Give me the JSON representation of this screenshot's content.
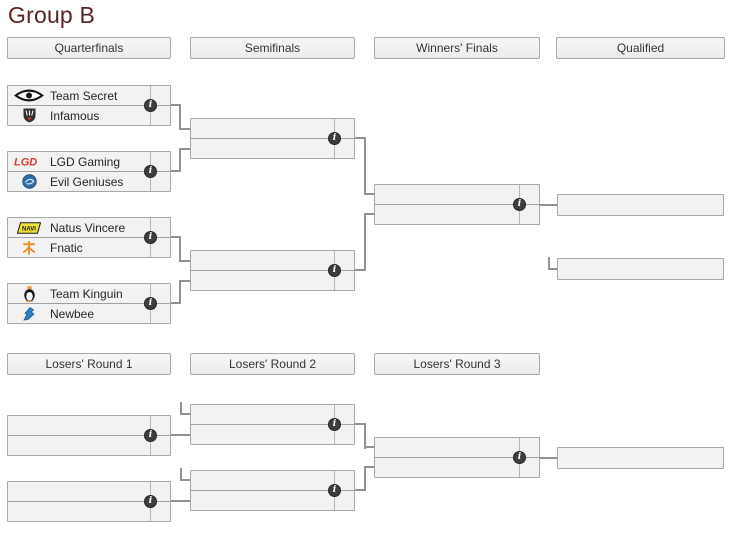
{
  "page": {
    "title": "Group B"
  },
  "icons": {
    "info_glyph": "i"
  },
  "upper_bracket": {
    "round_headers": [
      "Quarterfinals",
      "Semifinals",
      "Winners' Finals",
      "Qualified"
    ],
    "quarterfinals": [
      {
        "top": "Team Secret",
        "bottom": "Infamous"
      },
      {
        "top": "LGD Gaming",
        "bottom": "Evil Geniuses"
      },
      {
        "top": "Natus Vincere",
        "bottom": "Fnatic"
      },
      {
        "top": "Team Kinguin",
        "bottom": "Newbee"
      }
    ],
    "semifinals": [
      {
        "top": "",
        "bottom": ""
      },
      {
        "top": "",
        "bottom": ""
      }
    ],
    "winners_finals": {
      "top": "",
      "bottom": ""
    },
    "qualified_slots": [
      "",
      ""
    ]
  },
  "lower_bracket": {
    "round_headers": [
      "Losers' Round 1",
      "Losers' Round 2",
      "Losers' Round 3"
    ],
    "qualified_slot": ""
  },
  "logos": {
    "lgd_text": "LGD",
    "navi_text": "NAVI"
  },
  "colors": {
    "title": "#5a2424",
    "box_bg": "#f2f2f2",
    "box_border": "#a8a8a8",
    "connector": "#929292",
    "info_icon_bg": "#3d3d3d",
    "team_secret_black": "#161616",
    "infamous_dark": "#2e2e2e",
    "infamous_red": "#c23b34",
    "lgd_red": "#d63a31",
    "eg_blue": "#2e6da4",
    "navi_yellow": "#f3e13c",
    "fnatic_orange": "#f08a1e",
    "kinguin_crown_orange": "#f0a030",
    "newbee_blue": "#2d7fc1"
  }
}
